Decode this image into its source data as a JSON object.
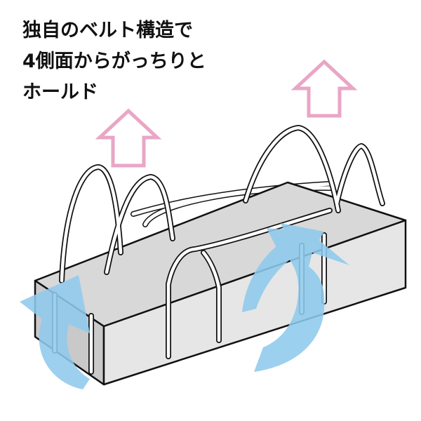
{
  "headline": {
    "lines": [
      "独自のベルト構造で",
      "4側面からがっちりと",
      "ホールド"
    ]
  },
  "colors": {
    "text": "#111111",
    "lift_arrow": "#e9a6c6",
    "wrap_arrow": "#8fcaed",
    "box_top": "#d8d8d8",
    "box_front": "#e6e6e6",
    "box_side": "#c9c9c9",
    "box_stroke": "#111111",
    "belt_fill": "#ffffff"
  },
  "icons": {
    "lift_arrows": "up-arrow-icon",
    "wrap_arrows": "curved-arrow-icon"
  }
}
